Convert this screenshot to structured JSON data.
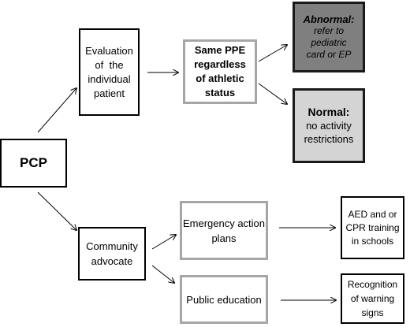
{
  "nodes": {
    "pcp": [
      "PCP"
    ],
    "evaluation": [
      "Evaluation",
      "of  the",
      "individual",
      "patient"
    ],
    "same_ppe": [
      "Same PPE",
      "regardless",
      "of athletic",
      "status"
    ],
    "abnormal": {
      "title": "Abnormal:",
      "lines": [
        "refer to",
        "pediatric",
        "card or EP"
      ],
      "fill": "#7f7f7f"
    },
    "normal": {
      "title": "Normal:",
      "lines": [
        "no activity",
        "restrictions"
      ],
      "fill": "#d4d4d4"
    },
    "community": [
      "Community",
      "advocate"
    ],
    "emergency": [
      "Emergency action",
      "plans"
    ],
    "public_education": [
      "Public education"
    ],
    "aed": [
      "AED and or",
      "CPR training",
      "in schools"
    ],
    "recognition": [
      "Recognition",
      "of warning",
      "signs"
    ]
  },
  "edges": [
    [
      "pcp",
      "evaluation"
    ],
    [
      "pcp",
      "community"
    ],
    [
      "evaluation",
      "same_ppe"
    ],
    [
      "same_ppe",
      "abnormal"
    ],
    [
      "same_ppe",
      "normal"
    ],
    [
      "community",
      "emergency"
    ],
    [
      "community",
      "public_education"
    ],
    [
      "emergency",
      "aed"
    ],
    [
      "public_education",
      "recognition"
    ]
  ]
}
